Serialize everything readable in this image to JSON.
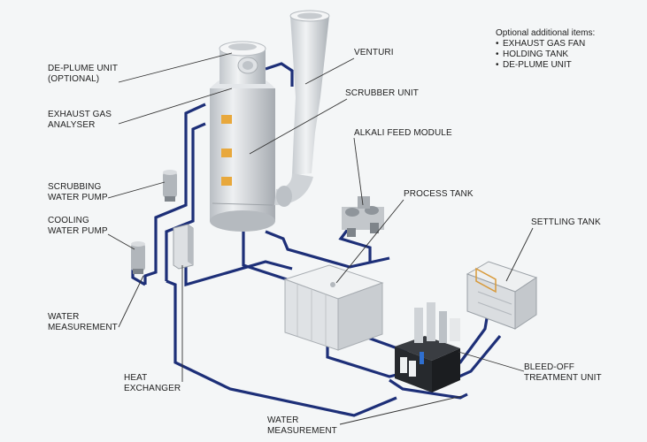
{
  "note": {
    "title": "Optional additional items:",
    "items": [
      "EXHAUST GAS FAN",
      "HOLDING TANK",
      "DE-PLUME UNIT"
    ]
  },
  "labels": {
    "de_plume": [
      "DE-PLUME UNIT",
      "(OPTIONAL)"
    ],
    "exhaust_gas_analyser": [
      "EXHAUST GAS",
      "ANALYSER"
    ],
    "scrubbing_pump": [
      "SCRUBBING",
      "WATER PUMP"
    ],
    "cooling_pump": [
      "COOLING",
      "WATER PUMP"
    ],
    "water_measurement_left": [
      "WATER",
      "MEASUREMENT"
    ],
    "heat_exchanger": [
      "HEAT",
      "EXCHANGER"
    ],
    "water_measurement_bottom": [
      "WATER",
      "MEASUREMENT"
    ],
    "venturi": [
      "VENTURI"
    ],
    "scrubber_unit": [
      "SCRUBBER UNIT"
    ],
    "alkali_feed": [
      "ALKALI FEED MODULE"
    ],
    "process_tank": [
      "PROCESS TANK"
    ],
    "settling_tank": [
      "SETTLING TANK"
    ],
    "bleed_off": [
      "BLEED-OFF",
      "TREATMENT UNIT"
    ]
  },
  "colors": {
    "pipe": "#1d2f78",
    "equipment": "#d9dcdf",
    "equipment_dark": "#aeb3b8",
    "port": "#e8a83c",
    "leader": "#333333"
  }
}
